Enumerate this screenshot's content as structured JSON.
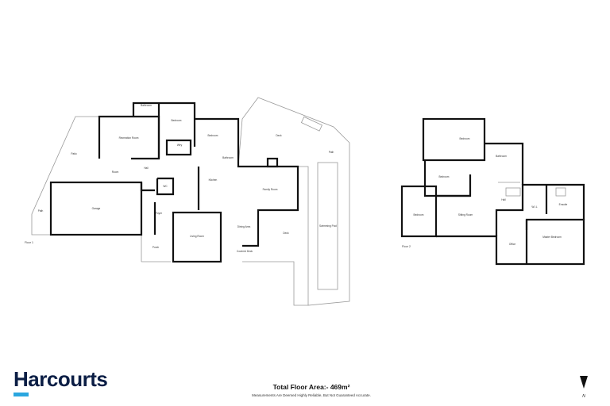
{
  "floor1": {
    "label": "Floor 1",
    "rooms": [
      "Bathroom",
      "Bedroom",
      "Bedroom",
      "Recreation Room",
      "Patio",
      "Room",
      "Hall",
      "WC",
      "Garage",
      "Foyer",
      "Porch",
      "Kitchen",
      "Bathroom",
      "Wiry",
      "Deck",
      "Family Room",
      "Dining Area",
      "Living Room",
      "Covered Deck",
      "Deck",
      "Swimming Pool",
      "Path",
      "Path"
    ]
  },
  "floor2": {
    "label": "Floor 2",
    "rooms": [
      "Bedroom",
      "Bathroom",
      "Bedroom",
      "Bedroom",
      "Sitting Room",
      "Hall",
      "W.I.L",
      "Ensuite",
      "Office",
      "Master Bedroom"
    ]
  },
  "footer": {
    "brand": "Harcourts",
    "brand_color": "#0b1e45",
    "brand_accent": "#2aa6df",
    "total_area": "Total Floor Area:- 469m²",
    "disclaimer": "Measurements Are Deemed Highly Reliable, But Not Guaranteed Accurate.",
    "north": "N",
    "north_icon": "north-arrow-icon"
  }
}
